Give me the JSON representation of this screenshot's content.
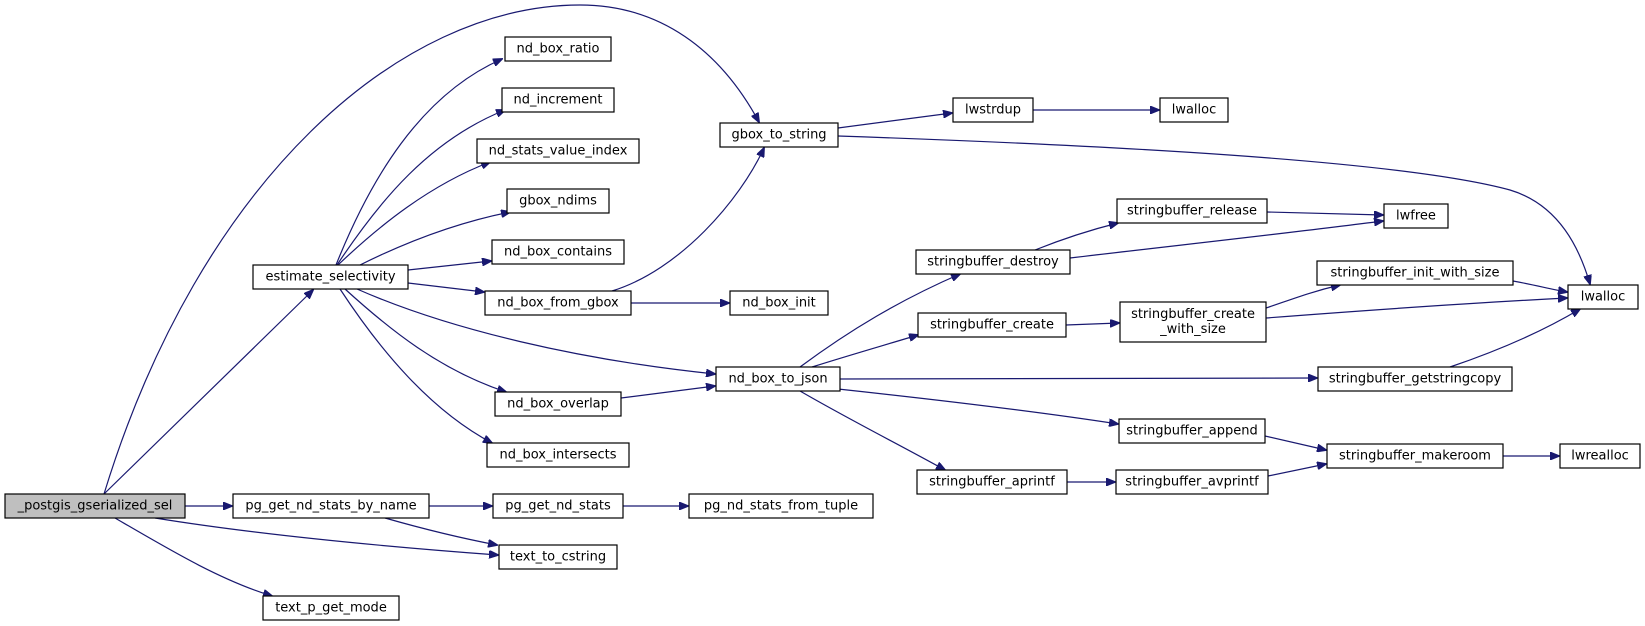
{
  "title": "",
  "colors": {
    "edge": "#191970",
    "node_fill": "#ffffff",
    "root_fill": "#bfbfbf",
    "border": "#000000"
  },
  "nodes": [
    {
      "id": "root",
      "lines": [
        "_postgis_gserialized_sel"
      ]
    },
    {
      "id": "estimate_selectivity",
      "lines": [
        "estimate_selectivity"
      ]
    },
    {
      "id": "pg_get_nd_stats_by_name",
      "lines": [
        "pg_get_nd_stats_by_name"
      ]
    },
    {
      "id": "text_p_get_mode",
      "lines": [
        "text_p_get_mode"
      ]
    },
    {
      "id": "text_to_cstring",
      "lines": [
        "text_to_cstring"
      ]
    },
    {
      "id": "pg_get_nd_stats",
      "lines": [
        "pg_get_nd_stats"
      ]
    },
    {
      "id": "pg_nd_stats_from_tuple",
      "lines": [
        "pg_nd_stats_from_tuple"
      ]
    },
    {
      "id": "nd_box_ratio",
      "lines": [
        "nd_box_ratio"
      ]
    },
    {
      "id": "nd_increment",
      "lines": [
        "nd_increment"
      ]
    },
    {
      "id": "nd_stats_value_index",
      "lines": [
        "nd_stats_value_index"
      ]
    },
    {
      "id": "gbox_ndims",
      "lines": [
        "gbox_ndims"
      ]
    },
    {
      "id": "nd_box_contains",
      "lines": [
        "nd_box_contains"
      ]
    },
    {
      "id": "nd_box_from_gbox",
      "lines": [
        "nd_box_from_gbox"
      ]
    },
    {
      "id": "nd_box_overlap",
      "lines": [
        "nd_box_overlap"
      ]
    },
    {
      "id": "nd_box_intersects",
      "lines": [
        "nd_box_intersects"
      ]
    },
    {
      "id": "gbox_to_string",
      "lines": [
        "gbox_to_string"
      ]
    },
    {
      "id": "nd_box_init",
      "lines": [
        "nd_box_init"
      ]
    },
    {
      "id": "nd_box_to_json",
      "lines": [
        "nd_box_to_json"
      ]
    },
    {
      "id": "lwstrdup",
      "lines": [
        "lwstrdup"
      ]
    },
    {
      "id": "lwalloc_top",
      "lines": [
        "lwalloc"
      ]
    },
    {
      "id": "stringbuffer_destroy",
      "lines": [
        "stringbuffer_destroy"
      ]
    },
    {
      "id": "stringbuffer_create",
      "lines": [
        "stringbuffer_create"
      ]
    },
    {
      "id": "stringbuffer_aprintf",
      "lines": [
        "stringbuffer_aprintf"
      ]
    },
    {
      "id": "stringbuffer_release",
      "lines": [
        "stringbuffer_release"
      ]
    },
    {
      "id": "lwfree",
      "lines": [
        "lwfree"
      ]
    },
    {
      "id": "stringbuffer_create_with_size",
      "lines": [
        "stringbuffer_create",
        "_with_size"
      ]
    },
    {
      "id": "stringbuffer_init_with_size",
      "lines": [
        "stringbuffer_init_with_size"
      ]
    },
    {
      "id": "lwalloc",
      "lines": [
        "lwalloc"
      ]
    },
    {
      "id": "stringbuffer_getstringcopy",
      "lines": [
        "stringbuffer_getstringcopy"
      ]
    },
    {
      "id": "stringbuffer_append",
      "lines": [
        "stringbuffer_append"
      ]
    },
    {
      "id": "stringbuffer_avprintf",
      "lines": [
        "stringbuffer_avprintf"
      ]
    },
    {
      "id": "stringbuffer_makeroom",
      "lines": [
        "stringbuffer_makeroom"
      ]
    },
    {
      "id": "lwrealloc",
      "lines": [
        "lwrealloc"
      ]
    }
  ],
  "edges": [
    {
      "from": "root",
      "to": "estimate_selectivity"
    },
    {
      "from": "root",
      "to": "gbox_to_string"
    },
    {
      "from": "root",
      "to": "pg_get_nd_stats_by_name"
    },
    {
      "from": "root",
      "to": "text_to_cstring"
    },
    {
      "from": "root",
      "to": "text_p_get_mode"
    },
    {
      "from": "estimate_selectivity",
      "to": "nd_box_ratio"
    },
    {
      "from": "estimate_selectivity",
      "to": "nd_increment"
    },
    {
      "from": "estimate_selectivity",
      "to": "nd_stats_value_index"
    },
    {
      "from": "estimate_selectivity",
      "to": "gbox_ndims"
    },
    {
      "from": "estimate_selectivity",
      "to": "nd_box_contains"
    },
    {
      "from": "estimate_selectivity",
      "to": "nd_box_from_gbox"
    },
    {
      "from": "estimate_selectivity",
      "to": "nd_box_to_json"
    },
    {
      "from": "estimate_selectivity",
      "to": "nd_box_overlap"
    },
    {
      "from": "estimate_selectivity",
      "to": "nd_box_intersects"
    },
    {
      "from": "pg_get_nd_stats_by_name",
      "to": "pg_get_nd_stats"
    },
    {
      "from": "pg_get_nd_stats_by_name",
      "to": "text_to_cstring"
    },
    {
      "from": "pg_get_nd_stats",
      "to": "pg_nd_stats_from_tuple"
    },
    {
      "from": "nd_box_from_gbox",
      "to": "gbox_to_string"
    },
    {
      "from": "nd_box_from_gbox",
      "to": "nd_box_init"
    },
    {
      "from": "nd_box_overlap",
      "to": "nd_box_to_json"
    },
    {
      "from": "gbox_to_string",
      "to": "lwstrdup"
    },
    {
      "from": "gbox_to_string",
      "to": "lwalloc"
    },
    {
      "from": "lwstrdup",
      "to": "lwalloc_top"
    },
    {
      "from": "nd_box_to_json",
      "to": "stringbuffer_destroy"
    },
    {
      "from": "nd_box_to_json",
      "to": "stringbuffer_create"
    },
    {
      "from": "nd_box_to_json",
      "to": "stringbuffer_getstringcopy"
    },
    {
      "from": "nd_box_to_json",
      "to": "stringbuffer_append"
    },
    {
      "from": "nd_box_to_json",
      "to": "stringbuffer_aprintf"
    },
    {
      "from": "stringbuffer_destroy",
      "to": "stringbuffer_release"
    },
    {
      "from": "stringbuffer_destroy",
      "to": "lwfree"
    },
    {
      "from": "stringbuffer_release",
      "to": "lwfree"
    },
    {
      "from": "stringbuffer_create",
      "to": "stringbuffer_create_with_size"
    },
    {
      "from": "stringbuffer_create_with_size",
      "to": "stringbuffer_init_with_size"
    },
    {
      "from": "stringbuffer_create_with_size",
      "to": "lwalloc"
    },
    {
      "from": "stringbuffer_init_with_size",
      "to": "lwalloc"
    },
    {
      "from": "stringbuffer_getstringcopy",
      "to": "lwalloc"
    },
    {
      "from": "stringbuffer_append",
      "to": "stringbuffer_makeroom"
    },
    {
      "from": "stringbuffer_aprintf",
      "to": "stringbuffer_avprintf"
    },
    {
      "from": "stringbuffer_avprintf",
      "to": "stringbuffer_makeroom"
    },
    {
      "from": "stringbuffer_makeroom",
      "to": "lwrealloc"
    }
  ]
}
